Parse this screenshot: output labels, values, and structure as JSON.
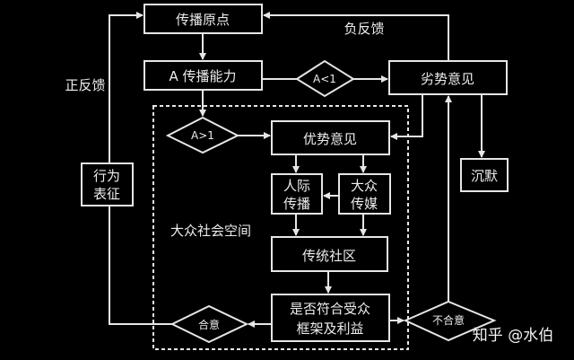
{
  "diagram": {
    "nodes": {
      "origin": "传播原点",
      "ability": "A 传播能力",
      "cond_less": "A<1",
      "cond_greater": "A>1",
      "inferior": "劣势意见",
      "dominant": "优势意见",
      "silence": "沉默",
      "behavior_line1": "行为",
      "behavior_line2": "表征",
      "interpersonal_line1": "人际",
      "interpersonal_line2": "传播",
      "mass_media_line1": "大众",
      "mass_media_line2": "传媒",
      "community": "传统社区",
      "check_line1": "是否符合受众",
      "check_line2": "框架及利益",
      "agree": "合意",
      "disagree": "不合意"
    },
    "labels": {
      "positive_feedback": "正反馈",
      "negative_feedback": "负反馈",
      "public_space": "大众社会空间"
    },
    "watermark": "知乎 @水伯"
  }
}
